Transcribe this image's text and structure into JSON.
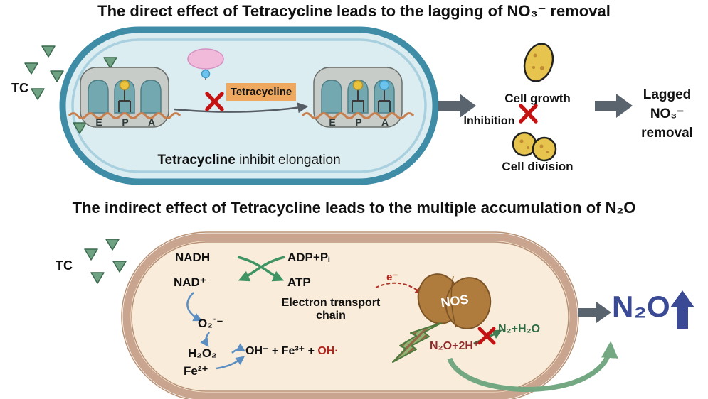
{
  "colors": {
    "top_cell_border": "#3e8ca6",
    "top_cell_fill": "#dcedf2",
    "bottom_cell_border": "#c9a58f",
    "bottom_cell_fill": "#f9ecdb",
    "tc_triangle_green": "#6fa183",
    "tetracycline_box_orange": "#efa860",
    "inhibition_x_red": "#c41212",
    "yellow_cell": "#e6c44d",
    "block_arrow_gray": "#59646e",
    "nos_brown": "#b07c3e",
    "blue_arrow": "#5b8fc4",
    "green_coupled_arrow": "#3f9464",
    "big_green_arrow": "#74a882",
    "n2o_blue": "#3b4a94",
    "hydroxyl_red": "#b0241c",
    "n2o2h_maroon": "#8f2b2b",
    "n2h2o_green": "#2e6b45"
  },
  "top": {
    "title": "The direct effect of Tetracycline leads to the lagging of NO₃⁻ removal",
    "tc_label": "TC",
    "sites": [
      "E",
      "P",
      "A"
    ],
    "tetracycline_tag": "Tetracycline",
    "caption_bold": "Tetracycline",
    "caption_rest": " inhibit elongation",
    "cell_growth": "Cell growth",
    "inhibition": "Inhibition",
    "cell_division": "Cell division",
    "lagged_lines": [
      "Lagged",
      "NO₃⁻",
      "removal"
    ]
  },
  "bottom": {
    "title": "The indirect effect of Tetracycline leads to the multiple accumulation of N₂O",
    "tc_label": "TC",
    "nadh": "NADH",
    "nad_plus": "NAD⁺",
    "adp_pi": "ADP+Pᵢ",
    "atp": "ATP",
    "etc_line1": "Electron transport",
    "etc_line2": "chain",
    "superoxide": "O₂˙⁻",
    "h2o2": "H₂O₂",
    "fe2": "Fe²⁺",
    "radicals_black": "OH⁻ + Fe³⁺ + ",
    "radicals_red": "OH·",
    "electron": "e⁻",
    "nos": "NOS",
    "n2o_2h": "N₂O+2H⁺",
    "n2_h2o": "N₂+H₂O",
    "n2o_big": "N₂O"
  }
}
